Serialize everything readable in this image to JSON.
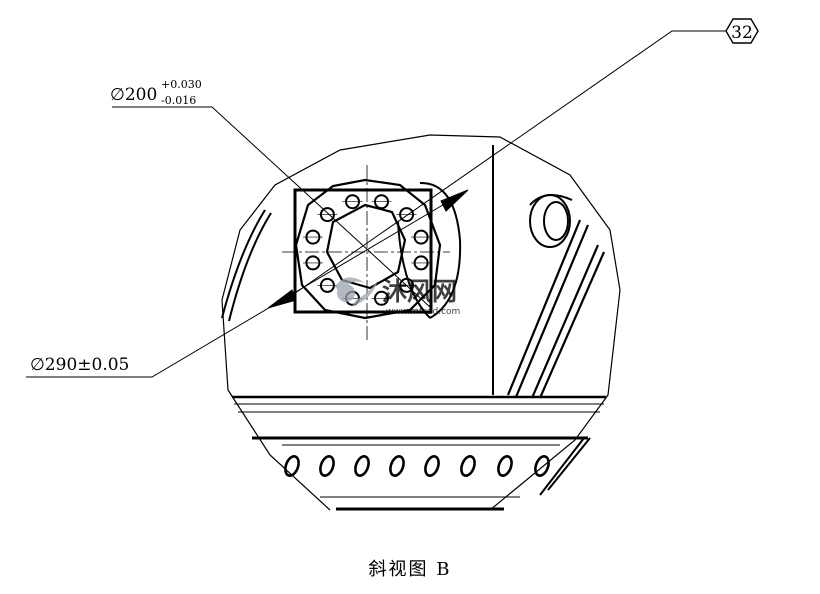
{
  "drawing": {
    "balloon_label": "32",
    "dim_bore": {
      "symbol": "∅",
      "nominal": "200",
      "upper_tol": "+0.030",
      "lower_tol": "-0.016"
    },
    "dim_flange": {
      "text": "∅290±0.05"
    },
    "caption": "斜视图 B"
  },
  "watermark": {
    "text": "沐风网",
    "url": "www.mfcad.com"
  },
  "icons": {
    "balloon": "hexagon-balloon-icon",
    "logo": "mfcad-logo-icon"
  },
  "colors": {
    "line": "#000000",
    "watermark": "#9aa3ad",
    "background": "#ffffff"
  }
}
